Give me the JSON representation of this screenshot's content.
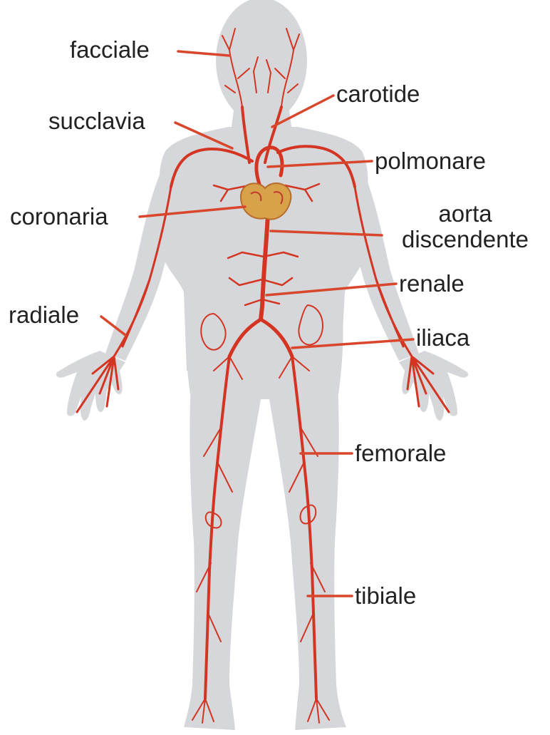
{
  "labels": {
    "facciale": "facciale",
    "carotide": "carotide",
    "succlavia": "succlavia",
    "polmonare": "polmonare",
    "coronaria": "coronaria",
    "aorta_line1": "aorta",
    "aorta_line2": "discendente",
    "renale": "renale",
    "radiale": "radiale",
    "iliaca": "iliaca",
    "femorale": "femorale",
    "tibiale": "tibiale"
  },
  "colors": {
    "body_silhouette": "#d6d7da",
    "artery": "#d33522",
    "leader_line": "#d8472b",
    "heart": "#d8a24a",
    "label_text": "#222222"
  }
}
